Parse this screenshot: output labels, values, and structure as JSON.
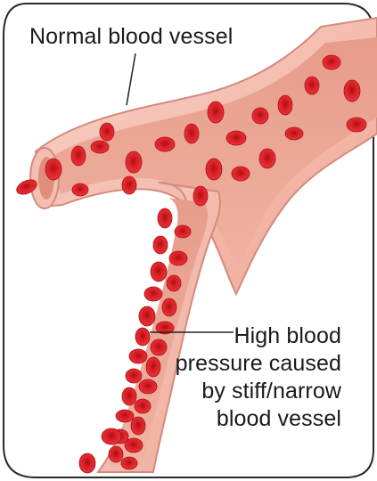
{
  "labels": {
    "normal_vessel": "Normal blood vessel",
    "high_pressure": [
      "High blood",
      "pressure caused",
      "by stiff/narrow",
      "blood vessel"
    ]
  },
  "colors": {
    "frame": "#2a2a2a",
    "vessel_outer": "#f2b2a2",
    "vessel_inner": "#f7c8bb",
    "vessel_edge": "#d48a80",
    "vessel_cavity": "#efa593",
    "blood_cell": "#d91f26",
    "blood_cell_dark": "#a80f14",
    "leader_line": "#222222"
  },
  "illustration": {
    "subject": "branching-blood-vessel",
    "cell_icon": "red-blood-cell-icon"
  }
}
